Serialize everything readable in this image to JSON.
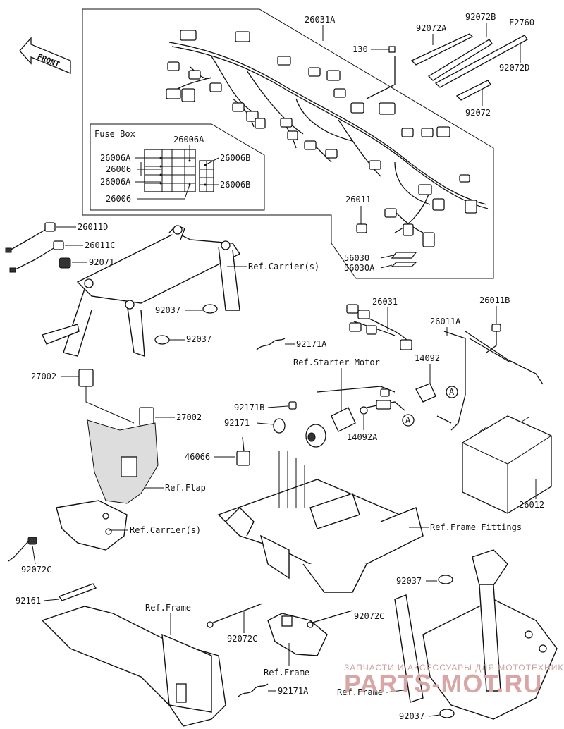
{
  "front_label": "FRONT",
  "fuse_box": {
    "title": "Fuse Box",
    "labels": {
      "top": "26006A",
      "left1": "26006A",
      "left2": "26006",
      "left3": "26006A",
      "left4": "26006",
      "right1": "26006B",
      "right2": "26006B"
    }
  },
  "parts": {
    "p26031A": "26031A",
    "p130": "130",
    "p92072A": "92072A",
    "p92072B": "92072B",
    "pF2760": "F2760",
    "p92072D": "92072D",
    "p92072": "92072",
    "p26011": "26011",
    "p56030": "56030",
    "p56030A": "56030A",
    "p26011D": "26011D",
    "p26011C": "26011C",
    "p92071": "92071",
    "p92037a": "92037",
    "p92037b": "92037",
    "p92037c": "92037",
    "p92037d": "92037",
    "p26031": "26031",
    "p26011B": "26011B",
    "p26011A": "26011A",
    "p92171Aa": "92171A",
    "p92171Ab": "92171A",
    "p14092": "14092",
    "p14092A": "14092A",
    "p27002a": "27002",
    "p27002b": "27002",
    "p92171B": "92171B",
    "p92171": "92171",
    "p46066": "46066",
    "p26012": "26012",
    "p92072Ca": "92072C",
    "p92072Cb": "92072C",
    "p92072Cc": "92072C",
    "p92161": "92161"
  },
  "refs": {
    "carrier1": "Ref.Carrier(s)",
    "carrier2": "Ref.Carrier(s)",
    "starter_motor": "Ref.Starter Motor",
    "flap": "Ref.Flap",
    "frame_fittings": "Ref.Frame Fittings",
    "frame1": "Ref.Frame",
    "frame2": "Ref.Frame",
    "frame3": "Ref.Frame"
  },
  "markers": {
    "a1": "A",
    "a2": "A"
  },
  "watermark": {
    "caption": "ЗАПЧАСТИ И АКСЕССУАРЫ ДЛЯ МОТОТЕХНИКИ",
    "brand": "PARTS-MOT.RU"
  }
}
